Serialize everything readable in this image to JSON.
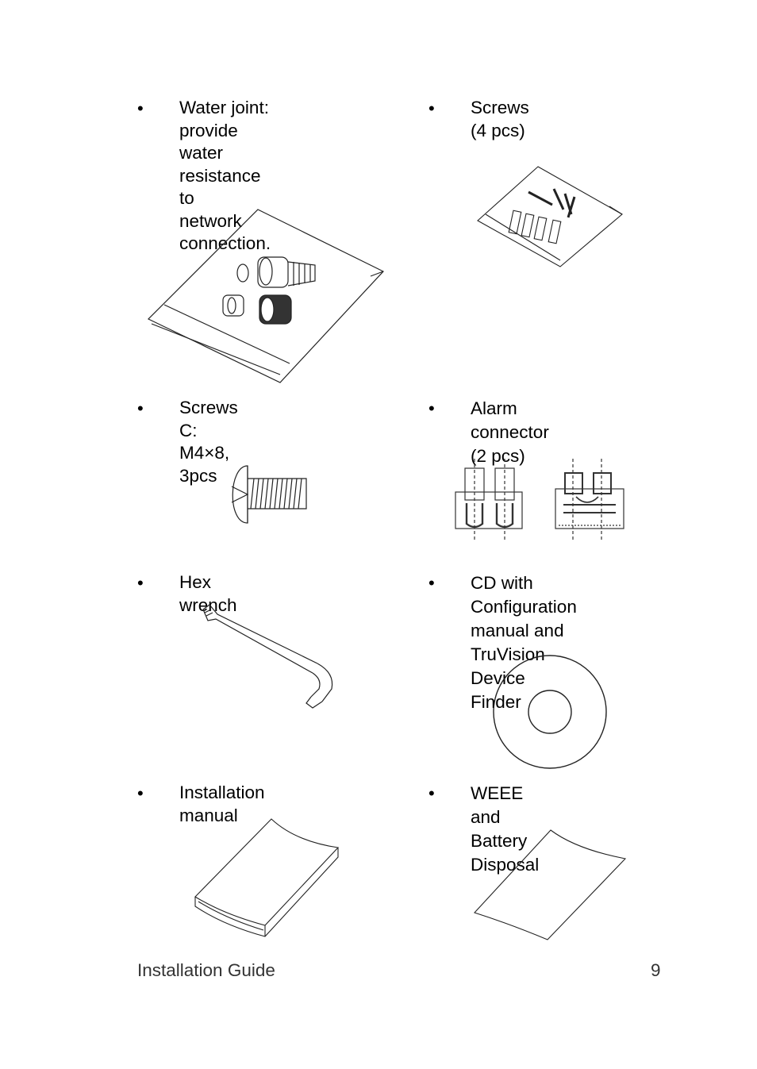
{
  "items": [
    {
      "bullet": "•",
      "label": "Water joint: provide\nwater resistance to\nnetwork connection.",
      "illustration": "water-joint-bag"
    },
    {
      "bullet": "•",
      "label": "Screws (4 pcs)",
      "illustration": "screws-bag"
    },
    {
      "bullet": "•",
      "label": "Screws C: M4×8, 3pcs",
      "illustration": "screw"
    },
    {
      "bullet": "•",
      "label": "Alarm connector\n (2 pcs)",
      "illustration": "alarm-connectors"
    },
    {
      "bullet": "•",
      "label": "Hex wrench",
      "illustration": "hex-wrench"
    },
    {
      "bullet": "•",
      "label": "CD with Configuration\nmanual and TruVision\nDevice Finder",
      "illustration": "cd-disc"
    },
    {
      "bullet": "•",
      "label": "Installation manual",
      "illustration": "booklet"
    },
    {
      "bullet": "•",
      "label": "WEEE and Battery\nDisposal",
      "illustration": "sheet"
    }
  ],
  "footer": {
    "title": "Installation Guide",
    "page_number": "9"
  }
}
